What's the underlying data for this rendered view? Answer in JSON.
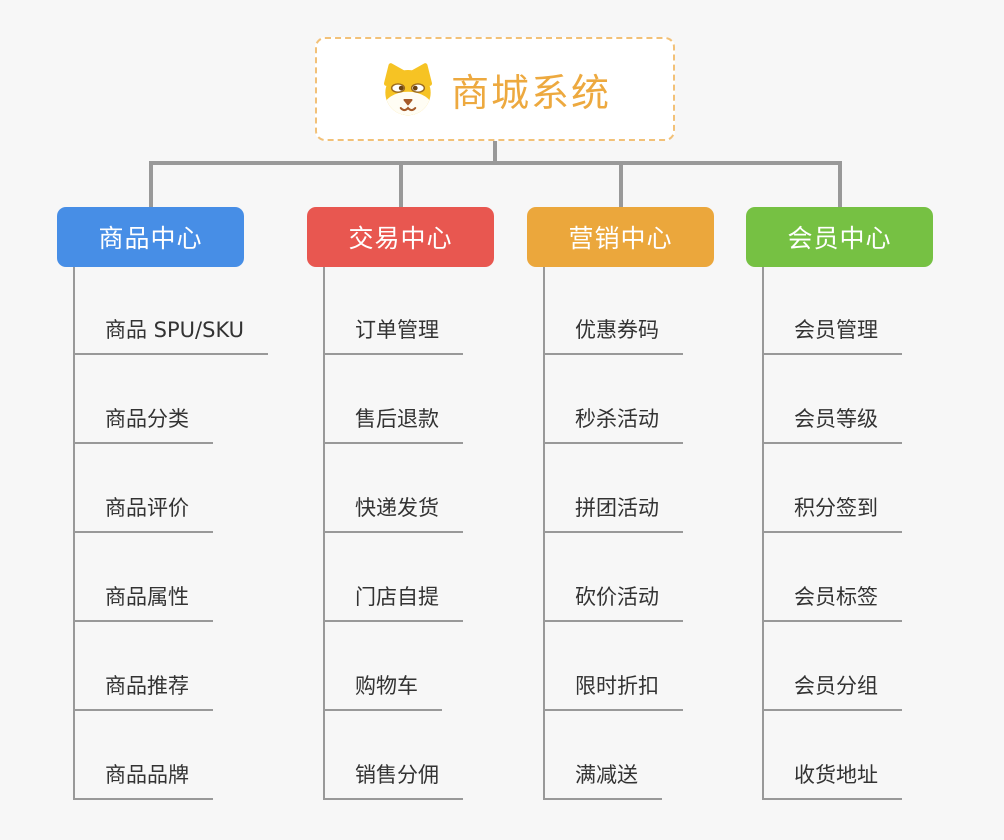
{
  "root": {
    "title": "商城系统",
    "icon": "dog-face-icon",
    "border_color": "#f2c178",
    "title_color": "#eda93f",
    "background_color": "#ffffff"
  },
  "canvas": {
    "background_color": "#f7f7f7",
    "connector_color": "#999999",
    "item_text_color": "#333333"
  },
  "branches": [
    {
      "label": "商品中心",
      "color": "#478ee6",
      "items": [
        "商品 SPU/SKU",
        "商品分类",
        "商品评价",
        "商品属性",
        "商品推荐",
        "商品品牌"
      ]
    },
    {
      "label": "交易中心",
      "color": "#e85750",
      "items": [
        "订单管理",
        "售后退款",
        "快递发货",
        "门店自提",
        "购物车",
        "销售分佣"
      ]
    },
    {
      "label": "营销中心",
      "color": "#eba73c",
      "items": [
        "优惠券码",
        "秒杀活动",
        "拼团活动",
        "砍价活动",
        "限时折扣",
        "满减送"
      ]
    },
    {
      "label": "会员中心",
      "color": "#76c143",
      "items": [
        "会员管理",
        "会员等级",
        "积分签到",
        "会员标签",
        "会员分组",
        "收货地址"
      ]
    }
  ]
}
